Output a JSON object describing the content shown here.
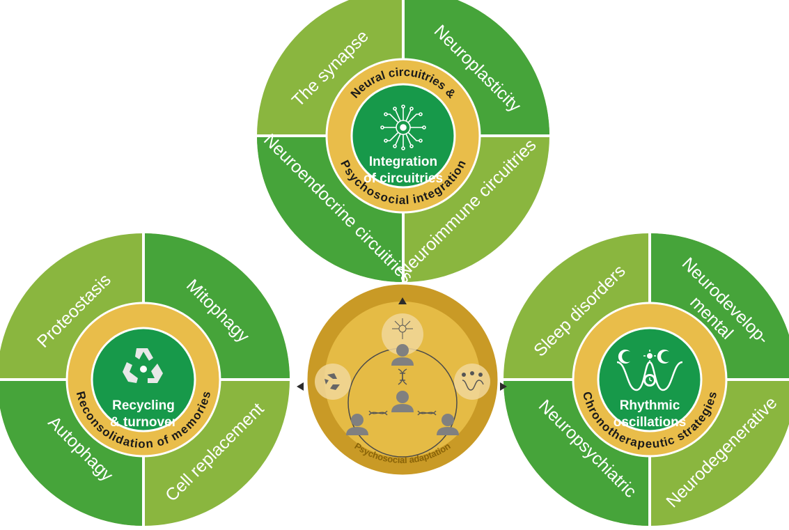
{
  "colors": {
    "segment_light": "#8ab63f",
    "segment_dark": "#46a43a",
    "ring_yellow": "#e9bd4a",
    "center_green": "#17994a",
    "center_outer_gold": "#c99a26",
    "center_inner_gold": "#e5bb45",
    "arrow": "#2b2b2b"
  },
  "top_wheel": {
    "segments": [
      "The synapse",
      "Neuroplasticity",
      "Neuroendocrine circuitries",
      "Neuroimmune circuitries"
    ],
    "ring_top": "Neural circuitries &",
    "ring_bottom": "Psychosocial integration",
    "center_line1": "Integration",
    "center_line2": "of circuitries",
    "icon": "neural-circuit-icon"
  },
  "left_wheel": {
    "segments": [
      "Proteostasis",
      "Mitophagy",
      "Autophagy",
      "Cell replacement"
    ],
    "ring_bottom": "Reconsolidation of memories",
    "center_line1": "Recycling",
    "center_line2": "& turnover",
    "icon": "recycle-icon"
  },
  "right_wheel": {
    "segments": [
      "Sleep disorders",
      "Neurodevelop-",
      "mental",
      "Neuropsychiatric",
      "Neurodegenerative"
    ],
    "ring_bottom": "Chronotherapeutic strategies",
    "center_line1": "Rhythmic",
    "center_line2": "oscillations",
    "icon": "moon-sun-clock-icon"
  },
  "center_hub": {
    "label": "Psychosocial adaptation",
    "icons": [
      "person-icon",
      "dna-icon"
    ]
  }
}
